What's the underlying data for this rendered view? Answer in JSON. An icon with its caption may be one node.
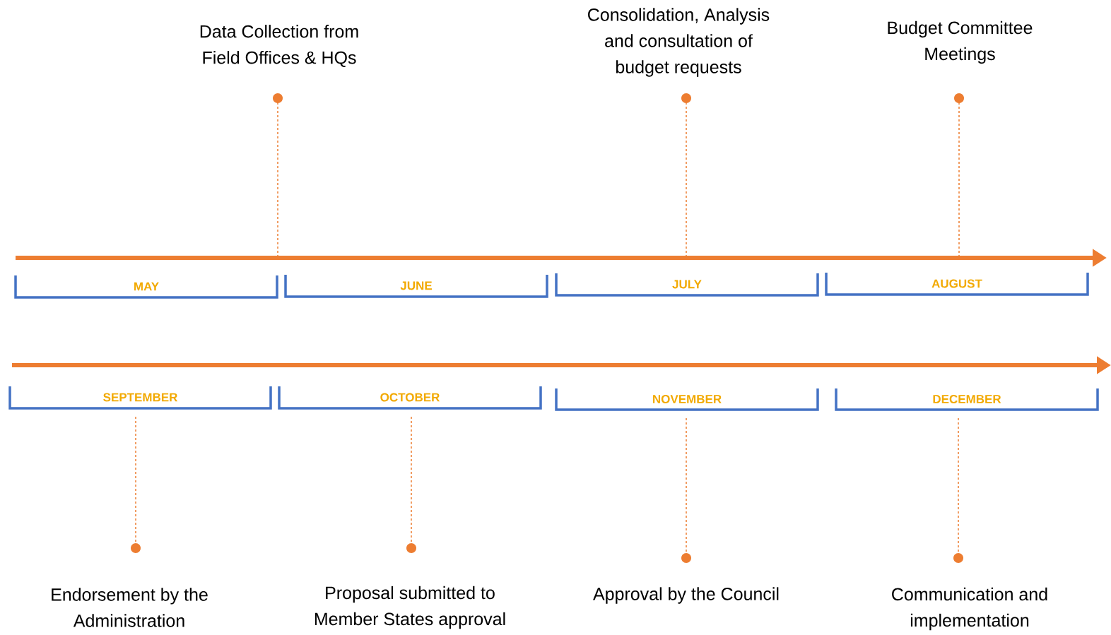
{
  "diagram": {
    "nodes": [
      {
        "text": [
          "Data Collection from Field Offices & HQs"
        ]
      },
      {
        "text": [
          "Consolidation, Analysis and consultation of budget requests"
        ]
      },
      {
        "text": [
          "Budget Committee Meetings"
        ]
      },
      {
        "text": [
          "MAY"
        ]
      },
      {
        "text": [
          "JUNE"
        ]
      },
      {
        "text": [
          "JULY"
        ]
      },
      {
        "text": [
          "AUGUST"
        ]
      },
      {
        "text": [
          "SEPTEMBER"
        ]
      },
      {
        "text": [
          "OCTOBER"
        ]
      },
      {
        "text": [
          "NOVEMBER"
        ]
      },
      {
        "text": [
          "DECEMBER"
        ]
      },
      {
        "text": [
          "Endorsement by the Administration"
        ]
      },
      {
        "text": [
          "Proposal submitted to Member States approval"
        ]
      },
      {
        "text": [
          "Approval by the Council"
        ]
      },
      {
        "text": [
          "Communication and implementation"
        ]
      }
    ],
    "edges": [
      {
        "from": 0,
        "to": null,
        "arrow": "other",
        "style": "dashed"
      },
      {
        "from": 1,
        "to": null,
        "arrow": "other",
        "style": "dashed"
      },
      {
        "from": 2,
        "to": null,
        "arrow": "other",
        "style": "dashed"
      },
      {
        "from": 7,
        "to": 11,
        "arrow": "other",
        "style": "dashed"
      },
      {
        "from": 8,
        "to": 12,
        "arrow": "other",
        "style": "dashed"
      },
      {
        "from": 9,
        "to": 13,
        "arrow": "other",
        "style": "dashed"
      },
      {
        "from": 10,
        "to": 14,
        "arrow": "other",
        "style": "dashed"
      }
    ]
  }
}
